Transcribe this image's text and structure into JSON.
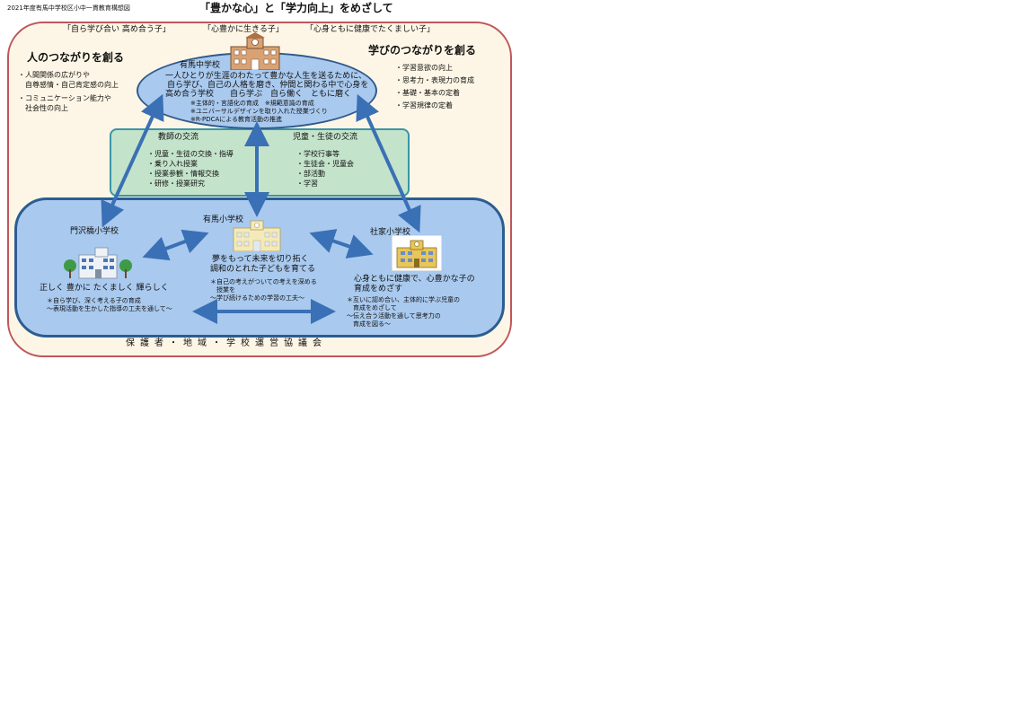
{
  "header": {
    "doc_label": "2021年度有馬中学校区小中一貫教育構想図",
    "main_title": "「豊かな心」と「学力向上」をめざして"
  },
  "goals": [
    "「自ら学び合い 高め合う子」",
    "「心豊かに生きる子」",
    "「心身ともに健康でたくましい子」"
  ],
  "left_panel": {
    "title": "人のつながりを創る",
    "items": [
      "・人間関係の広がりや",
      "　自尊感情・自己肯定感の向上",
      "・コミュニケーション能力や",
      "　社会性の向上"
    ]
  },
  "right_panel": {
    "title": "学びのつながりを創る",
    "items": [
      "・学習意欲の向上",
      "・思考力・表現力の育成",
      "・基礎・基本の定着",
      "・学習規律の定着"
    ]
  },
  "middle_school": {
    "name": "有馬中学校",
    "lines": [
      "一人ひとりが生涯のわたって豊かな人生を送るために、",
      "自ら学び、自己の人格を磨き、仲間と関わる中で心身を",
      "高め合う学校　　自ら学ぶ　自ら働く　ともに磨く"
    ],
    "notes": [
      "※主体的・言語化の育成　※規範意識の育成",
      "※ユニバーサルデザインを取り入れた授業づくり",
      "※R-PDCAによる教育活動の推進"
    ]
  },
  "exchange": {
    "teachers_title": "教師の交流",
    "teachers_items": [
      "・児童・生徒の交換・指導",
      "・乗り入れ授業",
      "・授業参観・情報交換",
      "・研修・授業研究"
    ],
    "students_title": "児童・生徒の交流",
    "students_items": [
      "・学校行事等",
      "・生徒会・児童会",
      "・部活動",
      "・学習"
    ]
  },
  "arima_elem": {
    "name": "有馬小学校",
    "motto": [
      "夢をもって未来を切り拓く",
      "調和のとれた子どもを育てる"
    ],
    "notes": [
      "＊自己の考えがついての考えを深める",
      "　授業を",
      "〜学び続けるための学習の工夫〜"
    ]
  },
  "monzawa_elem": {
    "name": "門沢橋小学校",
    "motto": "正しく 豊かに たくましく 輝らしく",
    "notes": [
      "＊自ら学び、深く考える子の育成",
      "〜表現活動を生かした指導の工夫を通して〜"
    ]
  },
  "shake_elem": {
    "name": "社家小学校",
    "motto": [
      "心身ともに健康で、心豊かな子の",
      "育成をめざす"
    ],
    "notes": [
      "＊互いに認め合い、主体的に学ぶ児童の",
      "　育成をめざして",
      "〜伝え合う活動を通して思考力の",
      "　育成を図る〜"
    ]
  },
  "footer": "保護者・地域・学校運営協議会",
  "colors": {
    "outer_border": "#c0565a",
    "outer_fill": "#fdf6e6",
    "oval_fill": "#a9c9ee",
    "green_fill": "#c4e3cb",
    "blue_fill": "#a9c9ee",
    "arrow": "#3a70b5"
  }
}
